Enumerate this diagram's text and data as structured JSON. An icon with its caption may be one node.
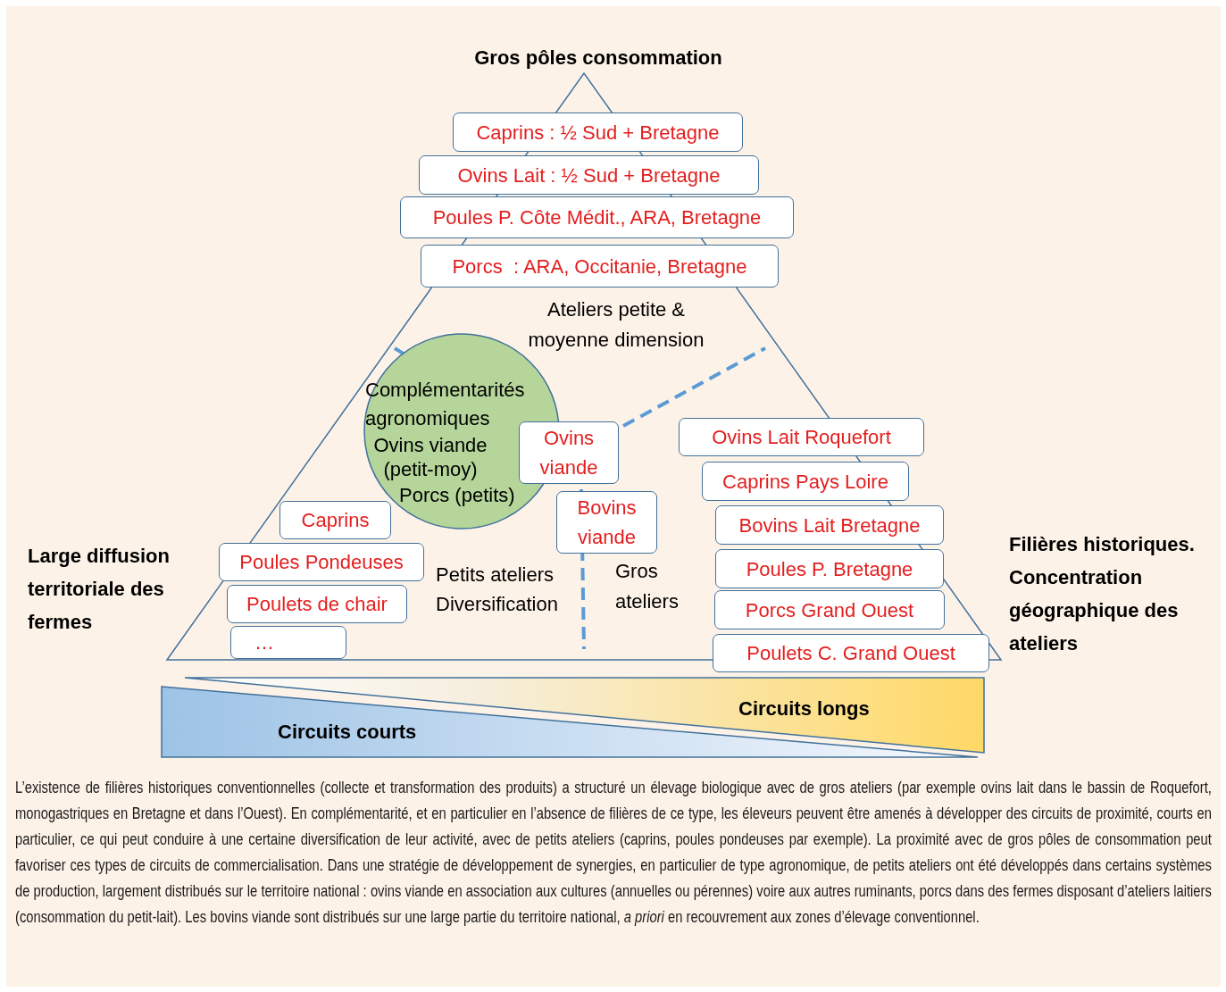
{
  "diagram": {
    "nodes": [
      {
        "text": [
          "Caprins : ½ Sud + Bretagne"
        ]
      },
      {
        "text": [
          "Ovins Lait : ½ Sud + Bretagne"
        ]
      },
      {
        "text": [
          "Poules P. Côte Médit., ARA, Bretagne"
        ]
      },
      {
        "text": [
          "Porcs  : ARA, Occitanie, Bretagne"
        ]
      },
      {
        "text": [
          "Complémentarités agronomiques",
          "Ovins viande (petit-moy)",
          "Porcs (petits)"
        ]
      },
      {
        "text": [
          "Ovins viande"
        ]
      },
      {
        "text": [
          "Bovins viande"
        ]
      },
      {
        "text": [
          "Caprins"
        ]
      },
      {
        "text": [
          "Poules Pondeuses"
        ]
      },
      {
        "text": [
          "Poulets de chair"
        ]
      },
      {
        "text": [
          "…"
        ]
      },
      {
        "text": [
          "Ovins Lait Roquefort"
        ]
      },
      {
        "text": [
          "Caprins Pays Loire"
        ]
      },
      {
        "text": [
          "Bovins Lait Bretagne"
        ]
      },
      {
        "text": [
          "Poules P. Bretagne"
        ]
      },
      {
        "text": [
          "Porcs Grand Ouest"
        ]
      },
      {
        "text": [
          "Poulets C. Grand Ouest"
        ]
      },
      {
        "text": [
          "Circuits longs"
        ]
      },
      {
        "text": [
          "Circuits courts"
        ]
      }
    ],
    "labels": [
      "Gros pôles consommation",
      "Ateliers petite & moyenne dimension",
      "Large diffusion territoriale des fermes",
      "Petits ateliers Diversification",
      "Gros ateliers",
      "Filières historiques. Concentration géographique des ateliers"
    ],
    "caption": "L’existence de filières historiques conventionnelles (collecte et transformation des produits) a structuré un élevage biologique avec de gros ateliers (par exemple ovins lait dans le bassin de Roquefort, monogastriques en Bretagne et dans l’Ouest). En complémentarité, et en particulier en l’absence de filières de ce type, les éleveurs peuvent être amenés à développer des circuits de proximité, courts en particulier, ce qui peut conduire à une certaine diversification de leur activité, avec de petits ateliers (caprins, poules pondeuses par exemple). La proximité avec de gros pôles de consommation peut favoriser ces types de circuits de commercialisation. Dans une stratégie de développement de synergies, en particulier de type agronomique, de petits ateliers ont été développés dans certains systèmes de production, largement distribués sur le territoire national : ovins viande en association aux cultures (annuelles ou pérennes) voire aux autres ruminants, porcs dans des fermes disposant d’ateliers laitiers (consommation du petit-lait). Les bovins viande sont distribués sur une large partie du territoire national, *a priori* en recouvrement aux zones d’élevage conventionnel."
  }
}
